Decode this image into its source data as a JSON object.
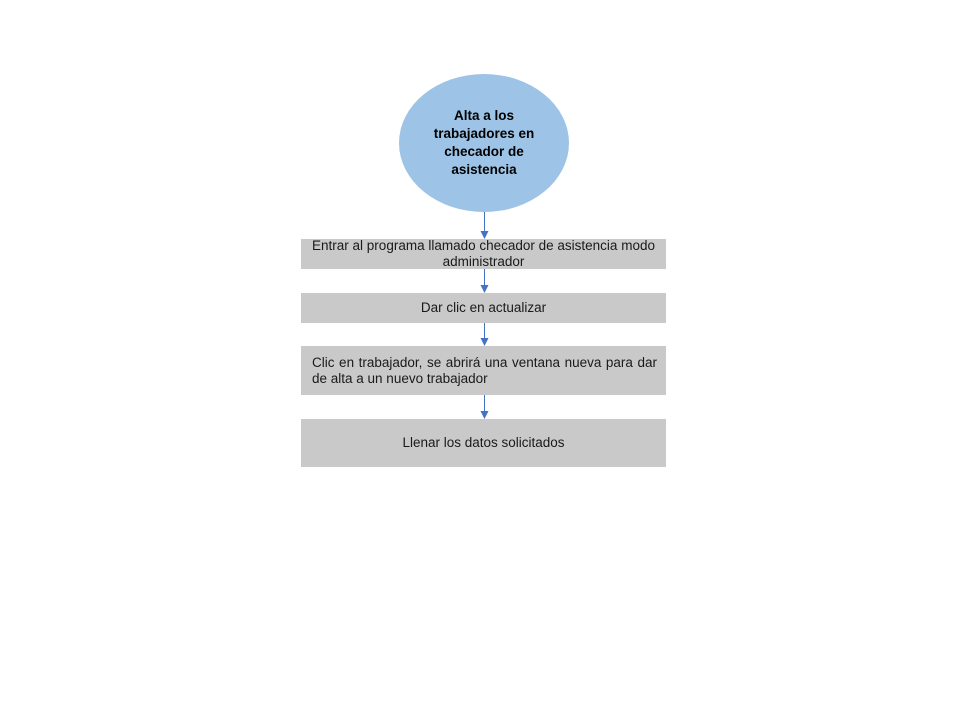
{
  "flowchart": {
    "start": {
      "label": "Alta a los trabajadores en checador de asistencia"
    },
    "steps": [
      {
        "label": "Entrar al programa llamado checador de asistencia modo administrador"
      },
      {
        "label": "Dar clic en actualizar"
      },
      {
        "label": "Clic en trabajador, se abrirá una ventana nueva para dar de alta a un nuevo trabajador"
      },
      {
        "label": "Llenar los datos solicitados"
      }
    ]
  },
  "colors": {
    "start_fill": "#9dc3e6",
    "step_fill": "#c9c9c9",
    "arrow": "#4472c4"
  }
}
